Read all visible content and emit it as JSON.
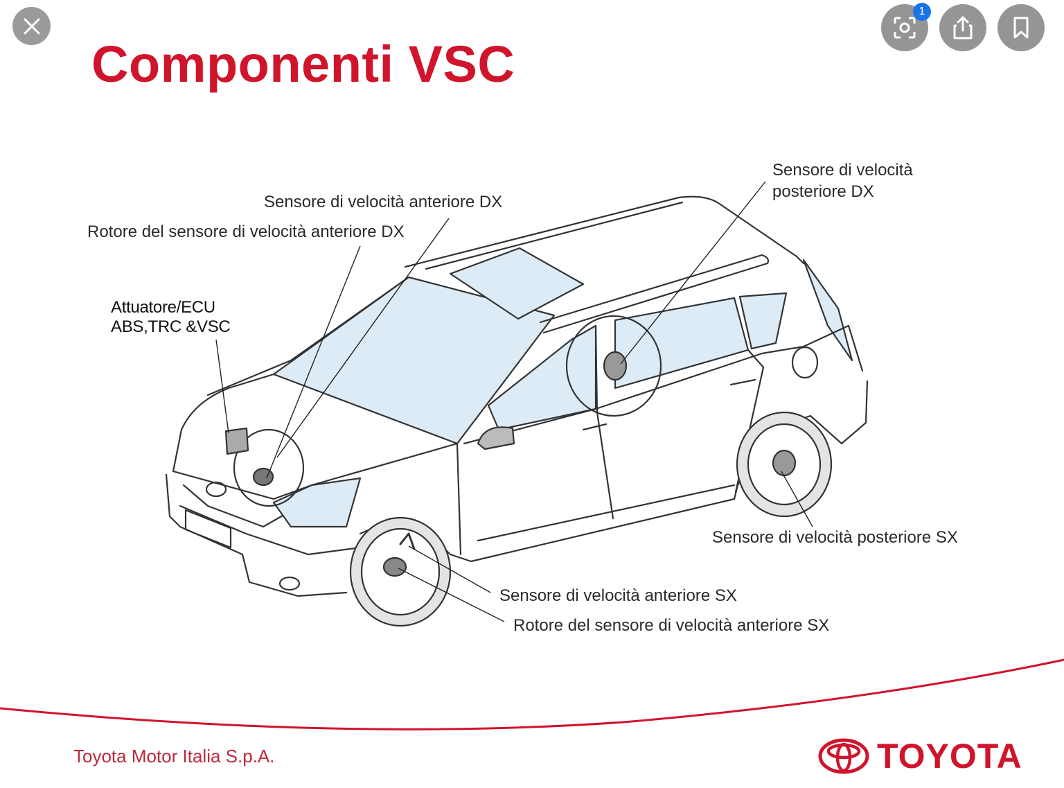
{
  "title": "Componenti VSC",
  "labels": {
    "front_right_sensor": "Sensore di velocità anteriore DX",
    "front_right_rotor": "Rotore del sensore di velocità anteriore DX",
    "actuator_line1": "Attuatore/ECU",
    "actuator_line2": "ABS,TRC &VSC",
    "rear_right_sensor_line1": "Sensore di velocità",
    "rear_right_sensor_line2": "posteriore DX",
    "rear_left_sensor": "Sensore di velocità posteriore SX",
    "front_left_sensor": "Sensore di velocità anteriore SX",
    "front_left_rotor": "Rotore del sensore di velocità anteriore SX"
  },
  "footer": {
    "company": "Toyota Motor Italia S.p.A.",
    "brand": "TOYOTA"
  },
  "toolbar": {
    "badge_count": "1"
  },
  "colors": {
    "accent_red": "#d0142c",
    "glass_blue": "#dcebf5",
    "line_dark": "#333333"
  }
}
